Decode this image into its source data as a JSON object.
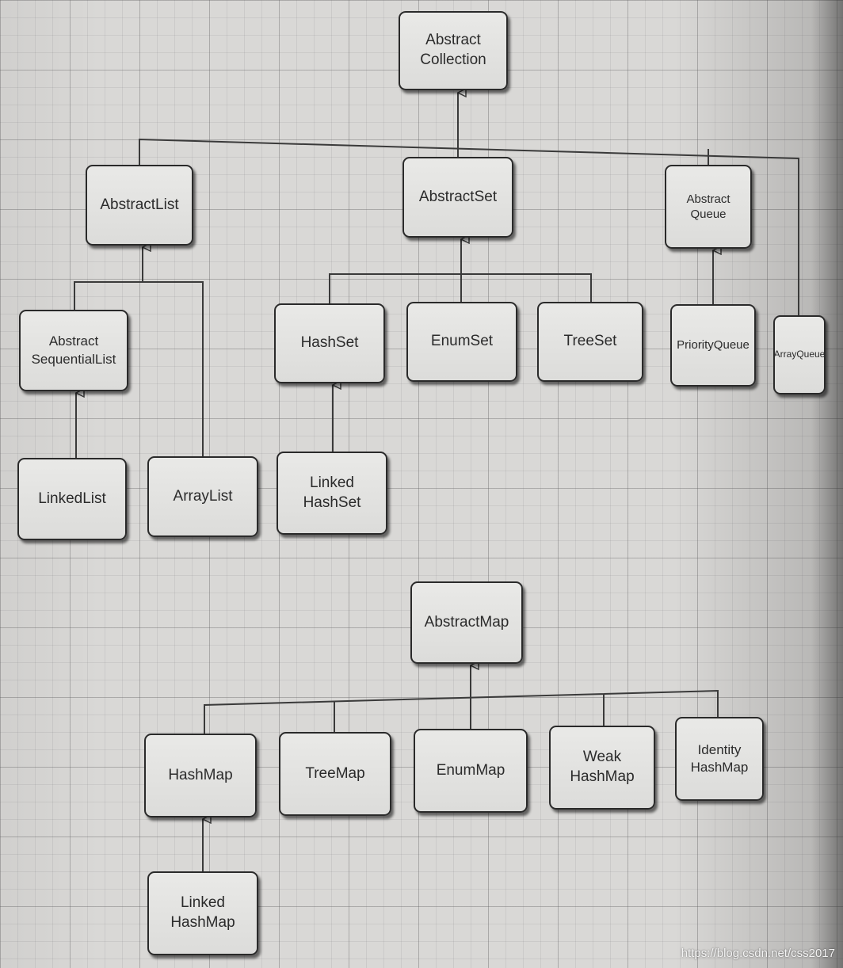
{
  "nodes": {
    "abstract_collection": [
      "Abstract",
      "Collection"
    ],
    "abstract_list": [
      "AbstractList"
    ],
    "abstract_set": [
      "AbstractSet"
    ],
    "abstract_queue": [
      "Abstract",
      "Queue"
    ],
    "abstract_sequential_list": [
      "Abstract",
      "SequentialList"
    ],
    "hash_set": [
      "HashSet"
    ],
    "enum_set": [
      "EnumSet"
    ],
    "tree_set": [
      "TreeSet"
    ],
    "priority_queue": [
      "PriorityQueue"
    ],
    "array_queue": [
      "ArrayQueue"
    ],
    "linked_list": [
      "LinkedList"
    ],
    "array_list": [
      "ArrayList"
    ],
    "linked_hash_set": [
      "Linked",
      "HashSet"
    ],
    "abstract_map": [
      "AbstractMap"
    ],
    "hash_map": [
      "HashMap"
    ],
    "tree_map": [
      "TreeMap"
    ],
    "enum_map": [
      "EnumMap"
    ],
    "weak_hash_map": [
      "Weak",
      "HashMap"
    ],
    "identity_hash_map": [
      "Identity",
      "HashMap"
    ],
    "linked_hash_map": [
      "Linked",
      "HashMap"
    ]
  },
  "edges": [
    [
      "abstract_list",
      "abstract_collection"
    ],
    [
      "abstract_set",
      "abstract_collection"
    ],
    [
      "abstract_queue",
      "abstract_collection"
    ],
    [
      "array_queue",
      "abstract_collection"
    ],
    [
      "abstract_sequential_list",
      "abstract_list"
    ],
    [
      "array_list",
      "abstract_list"
    ],
    [
      "linked_list",
      "abstract_sequential_list"
    ],
    [
      "hash_set",
      "abstract_set"
    ],
    [
      "enum_set",
      "abstract_set"
    ],
    [
      "tree_set",
      "abstract_set"
    ],
    [
      "linked_hash_set",
      "hash_set"
    ],
    [
      "priority_queue",
      "abstract_queue"
    ],
    [
      "hash_map",
      "abstract_map"
    ],
    [
      "tree_map",
      "abstract_map"
    ],
    [
      "enum_map",
      "abstract_map"
    ],
    [
      "weak_hash_map",
      "abstract_map"
    ],
    [
      "identity_hash_map",
      "abstract_map"
    ],
    [
      "linked_hash_map",
      "hash_map"
    ]
  ],
  "watermark": "https://blog.csdn.net/css2017",
  "colors": {
    "line": "#3a3a3a",
    "box": "#e4e4e2",
    "border": "#2a2a2a"
  }
}
